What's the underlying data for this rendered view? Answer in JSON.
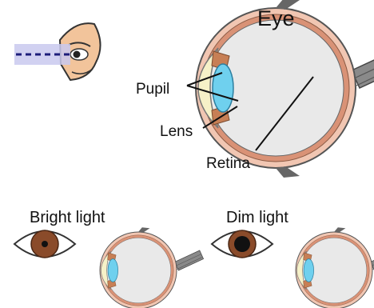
{
  "labels": {
    "eye_title": "Eye",
    "pupil": "Pupil",
    "lens": "Lens",
    "retina": "Retina",
    "bright_light": "Bright light",
    "dim_light": "Dim light"
  },
  "icons": {
    "viewer_face": "face-profile-icon",
    "light_ray": "light-beam-icon",
    "iris_bright": "iris-constricted-icon",
    "iris_dim": "iris-dilated-icon"
  },
  "colors": {
    "sclera": "#e8e8e8",
    "sclera_outline": "#555555",
    "choroid": "#d99276",
    "retina_layer": "#f3d3c5",
    "lens": "#6fd0ee",
    "cornea": "#f6f1c8",
    "optic_nerve": "#8a8a8a",
    "iris": "#8a4b2a",
    "skin": "#f2c49b"
  }
}
